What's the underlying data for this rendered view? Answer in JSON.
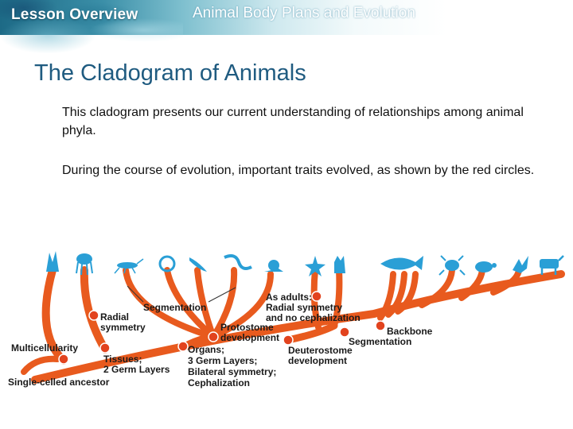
{
  "header": {
    "lesson_label": "Lesson Overview",
    "subject": "Animal Body Plans and Evolution"
  },
  "title": "The Cladogram of Animals",
  "paragraphs": [
    "This cladogram presents our current understanding of relationships among animal phyla.",
    "During the course of evolution, important traits evolved, as shown by the red circles."
  ],
  "colors": {
    "branch": "#e85a1e",
    "trait_circle": "#e2431e",
    "title": "#1f5b80",
    "animal_icon": "#2a9fd6"
  },
  "cladogram": {
    "root_label": "Single-celled ancestor",
    "labels": {
      "multicellularity": "Multicellularity",
      "tissues_1": "Tissues;",
      "tissues_2": "2 Germ Layers",
      "radial_1": "Radial",
      "radial_2": "symmetry",
      "segmentation_top": "Segmentation",
      "organs_1": "Organs;",
      "organs_2": "3 Germ Layers;",
      "organs_3": "Bilateral symmetry;",
      "organs_4": "Cephalization",
      "protostome_1": "Protostome",
      "protostome_2": "development",
      "deuterostome_1": "Deuterostome",
      "deuterostome_2": "development",
      "adults_1": "As adults:",
      "adults_2": "Radial symmetry",
      "adults_3": "and no cephalization",
      "backbone": "Backbone",
      "segmentation_bottom": "Segmentation"
    },
    "animal_icons": [
      "sponge-icon",
      "jellyfish-icon",
      "insect-icon",
      "flatworm-icon",
      "leech-icon",
      "roundworm-icon",
      "snail-icon",
      "sea-star-icon",
      "sea-squirt-icon",
      "fish-icon",
      "frog-icon",
      "turtle-icon",
      "bird-icon",
      "mammal-icon"
    ]
  }
}
